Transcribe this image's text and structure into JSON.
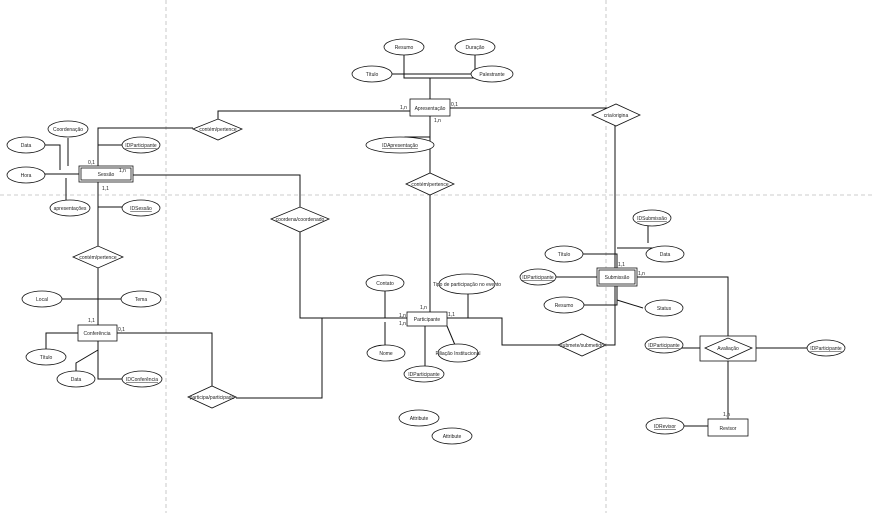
{
  "diagram": {
    "entities": [
      {
        "id": "apresentacao",
        "label": "Apresentação",
        "weak": false
      },
      {
        "id": "sessao",
        "label": "Sessão",
        "weak": true
      },
      {
        "id": "conferencia",
        "label": "Conferência",
        "weak": false
      },
      {
        "id": "participante",
        "label": "Participante",
        "weak": false
      },
      {
        "id": "submissao",
        "label": "Submissão",
        "weak": true
      },
      {
        "id": "revisor",
        "label": "Revisor",
        "weak": false
      },
      {
        "id": "avaliacao",
        "label": "Avaliação",
        "weak": false,
        "associative": true
      }
    ],
    "relationships": [
      {
        "id": "rel_sessao_apresentacao",
        "label": "contém/pertence"
      },
      {
        "id": "rel_origina",
        "label": "cria/origina"
      },
      {
        "id": "rel_apresentacao_participante",
        "label": "contém/pertence"
      },
      {
        "id": "rel_coordena",
        "label": "coordena/coordenado"
      },
      {
        "id": "rel_conferencia_sessao",
        "label": "contém/pertence"
      },
      {
        "id": "rel_participa",
        "label": "participa/participado"
      },
      {
        "id": "rel_submete",
        "label": "submete/submetido"
      }
    ],
    "attributes": [
      {
        "id": "a_resumo_apr",
        "label": "Resumo",
        "key": false
      },
      {
        "id": "a_duracao",
        "label": "Duração",
        "key": false
      },
      {
        "id": "a_titulo_apr",
        "label": "Título",
        "key": false
      },
      {
        "id": "a_palestrante",
        "label": "Palestrante",
        "key": false
      },
      {
        "id": "a_idapresentacao",
        "label": "IDApresentação",
        "key": true
      },
      {
        "id": "a_coordenacao",
        "label": "Coordenação",
        "key": false
      },
      {
        "id": "a_data_ses",
        "label": "Data",
        "key": false
      },
      {
        "id": "a_idparticipante_ses",
        "label": "IDParticipante",
        "key": true
      },
      {
        "id": "a_hora",
        "label": "Hora",
        "key": false
      },
      {
        "id": "a_apresentacoes",
        "label": "apresentações",
        "key": false
      },
      {
        "id": "a_idsessao",
        "label": "IDSessão",
        "key": true
      },
      {
        "id": "a_local",
        "label": "Local",
        "key": false
      },
      {
        "id": "a_tema",
        "label": "Tema",
        "key": false
      },
      {
        "id": "a_titulo_conf",
        "label": "Título",
        "key": false
      },
      {
        "id": "a_data_conf",
        "label": "Data",
        "key": false
      },
      {
        "id": "a_idconferencia",
        "label": "IDConferência",
        "key": true
      },
      {
        "id": "a_contato",
        "label": "Contato",
        "key": false
      },
      {
        "id": "a_tipo",
        "label": "Tipo de participação no evento",
        "key": false
      },
      {
        "id": "a_nome",
        "label": "Nome",
        "key": false
      },
      {
        "id": "a_filiacao",
        "label": "Filiação Institucional",
        "key": false
      },
      {
        "id": "a_idparticipante_part",
        "label": "IDParticipante",
        "key": true
      },
      {
        "id": "a_attribute1",
        "label": "Attribute",
        "key": false
      },
      {
        "id": "a_attribute2",
        "label": "Attribute",
        "key": false
      },
      {
        "id": "a_idsubmissao",
        "label": "IDSubmissão",
        "key": true
      },
      {
        "id": "a_titulo_sub",
        "label": "Título",
        "key": false
      },
      {
        "id": "a_data_sub",
        "label": "Data",
        "key": false
      },
      {
        "id": "a_idparticipante_sub",
        "label": "IDParticipante",
        "key": true
      },
      {
        "id": "a_resumo_sub",
        "label": "Resumo",
        "key": false
      },
      {
        "id": "a_status",
        "label": "Status",
        "key": false
      },
      {
        "id": "a_idparticipante_av",
        "label": "IDParticipante",
        "key": true
      },
      {
        "id": "a_idparticipante_av2",
        "label": "IDParticipante",
        "key": true
      },
      {
        "id": "a_idrevisor",
        "label": "IDRevisor",
        "key": true
      }
    ],
    "cardinalities": [
      {
        "id": "c1",
        "label": "1,n"
      },
      {
        "id": "c2",
        "label": "0,1"
      },
      {
        "id": "c3",
        "label": "1,n"
      },
      {
        "id": "c4",
        "label": "0,1"
      },
      {
        "id": "c5",
        "label": "1,n"
      },
      {
        "id": "c6",
        "label": "1,1"
      },
      {
        "id": "c7",
        "label": "1,1"
      },
      {
        "id": "c8",
        "label": "0,1"
      },
      {
        "id": "c9",
        "label": "1,n"
      },
      {
        "id": "c10",
        "label": "1,n"
      },
      {
        "id": "c11",
        "label": "1,n"
      },
      {
        "id": "c12",
        "label": "1,1"
      },
      {
        "id": "c13",
        "label": "1,1"
      },
      {
        "id": "c14",
        "label": "1,n"
      },
      {
        "id": "c15",
        "label": "1,n"
      }
    ]
  }
}
